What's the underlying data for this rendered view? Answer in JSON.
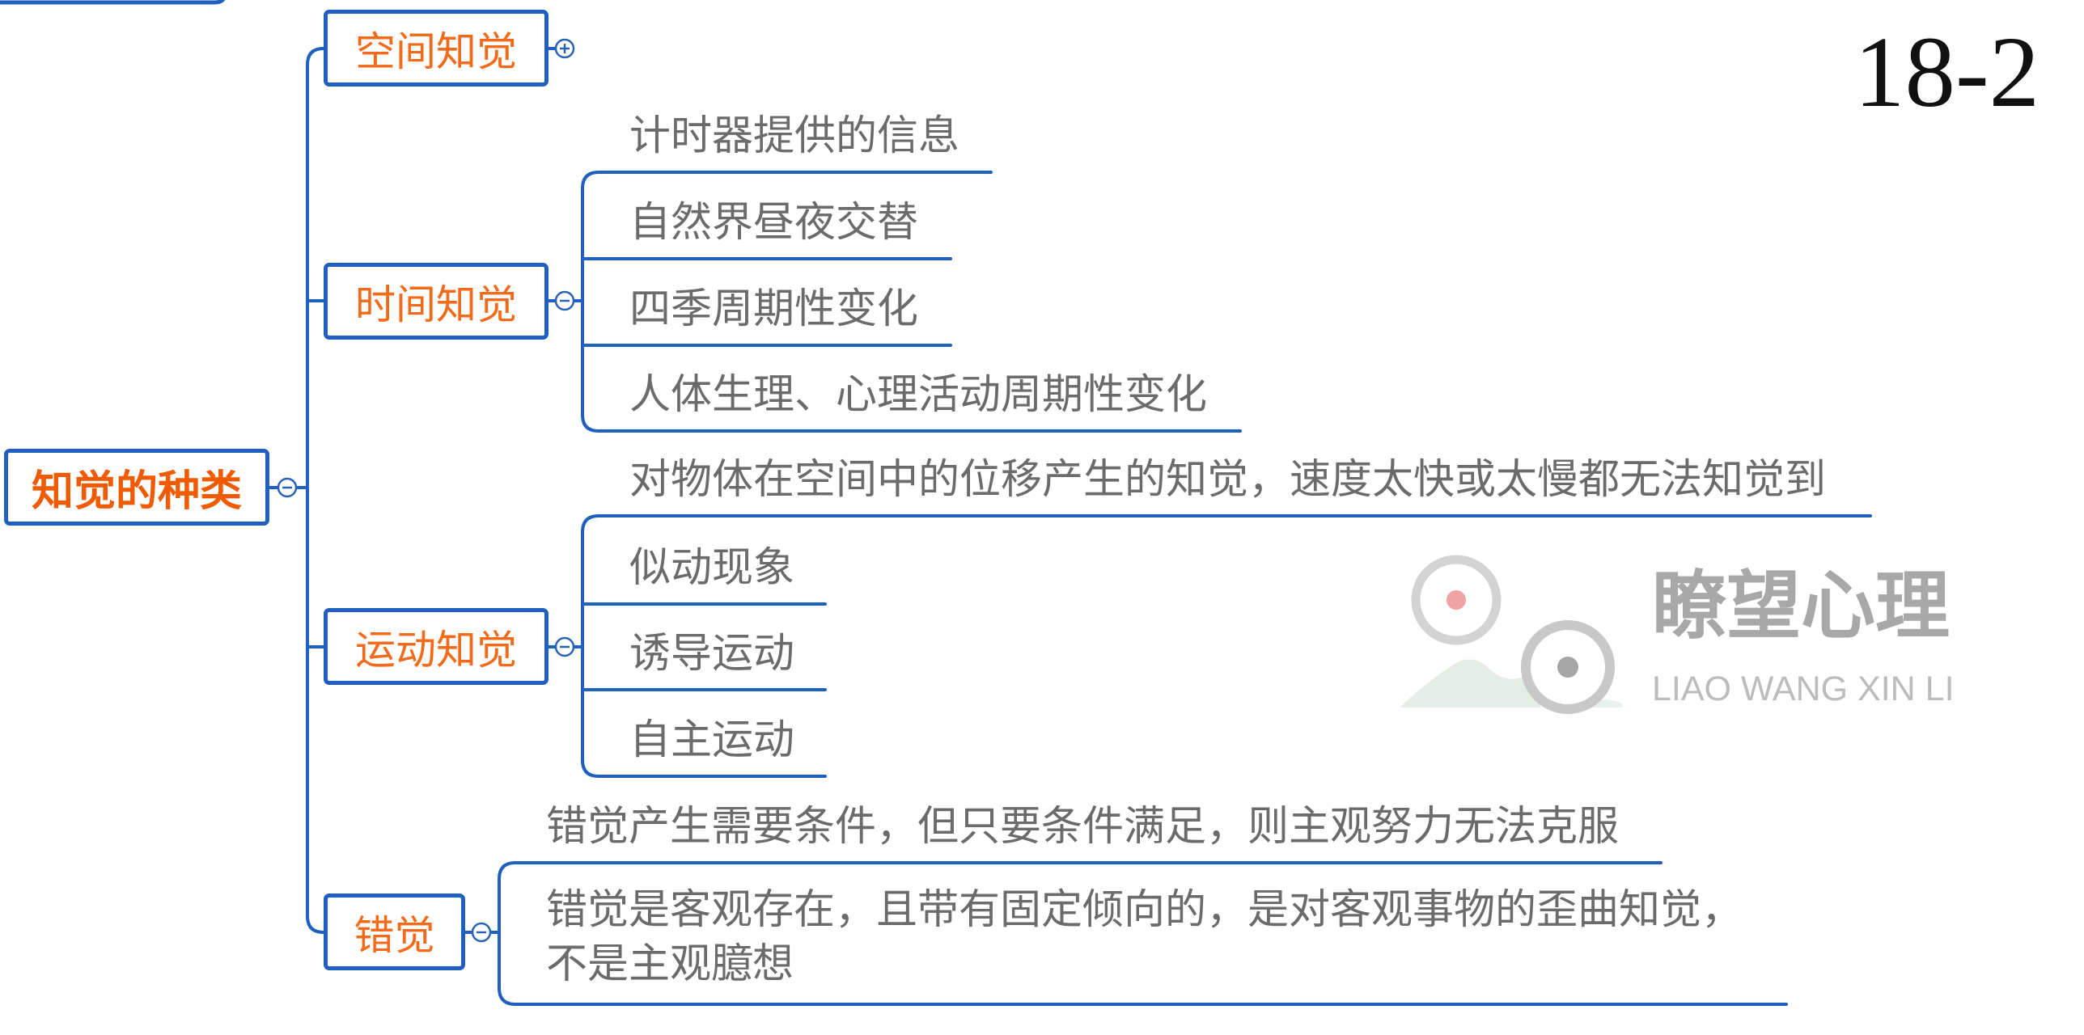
{
  "page_number": "18-2",
  "root": {
    "label": "知觉的种类",
    "toggle_icon": "collapse-icon"
  },
  "branches": [
    {
      "label": "空间知觉",
      "toggle_icon": "expand-icon",
      "collapsed": true
    },
    {
      "label": "时间知觉",
      "toggle_icon": "collapse-icon",
      "children": [
        "计时器提供的信息",
        "自然界昼夜交替",
        "四季周期性变化",
        "人体生理、心理活动周期性变化"
      ]
    },
    {
      "label": "运动知觉",
      "toggle_icon": "collapse-icon",
      "children": [
        "对物体在空间中的位移产生的知觉，速度太快或太慢都无法知觉到",
        "似动现象",
        "诱导运动",
        "自主运动"
      ]
    },
    {
      "label": "错觉",
      "toggle_icon": "collapse-icon",
      "children": [
        "错觉产生需要条件，但只要条件满足，则主观努力无法克服",
        "错觉是客观存在，且带有固定倾向的，是对客观事物的歪曲知觉，\n不是主观臆想"
      ]
    }
  ],
  "watermark": {
    "icon": "watermark-logo-icon",
    "title": "瞭望心理",
    "subtitle": "LIAO WANG XIN LI"
  },
  "colors": {
    "connector_blue": "#1f5fc0",
    "topic_orange": "#f26a1a",
    "root_orange": "#f05a00",
    "subtopic_gray": "#6b6b6b"
  }
}
